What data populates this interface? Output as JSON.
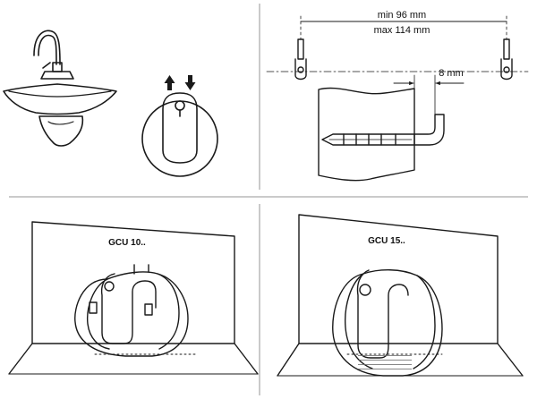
{
  "colors": {
    "line": "#1a1a1a",
    "divider": "#b8b8b8",
    "hatch": "#6a6a6a"
  },
  "panels": {
    "top_left": {
      "icons": [
        "faucet-icon",
        "washbasin-icon",
        "siphon-icon",
        "arrow-up-icon",
        "arrow-down-icon"
      ]
    },
    "top_right": {
      "dimension_min": "min 96 mm",
      "dimension_max": "max 114 mm",
      "dimension_offset": "8 mm",
      "icons": [
        "wall-hook-icon",
        "wall-plug-icon",
        "mounting-bracket-icon"
      ]
    },
    "bottom_left": {
      "model_label": "GCU 10.."
    },
    "bottom_right": {
      "model_label": "GCU 15.."
    }
  }
}
